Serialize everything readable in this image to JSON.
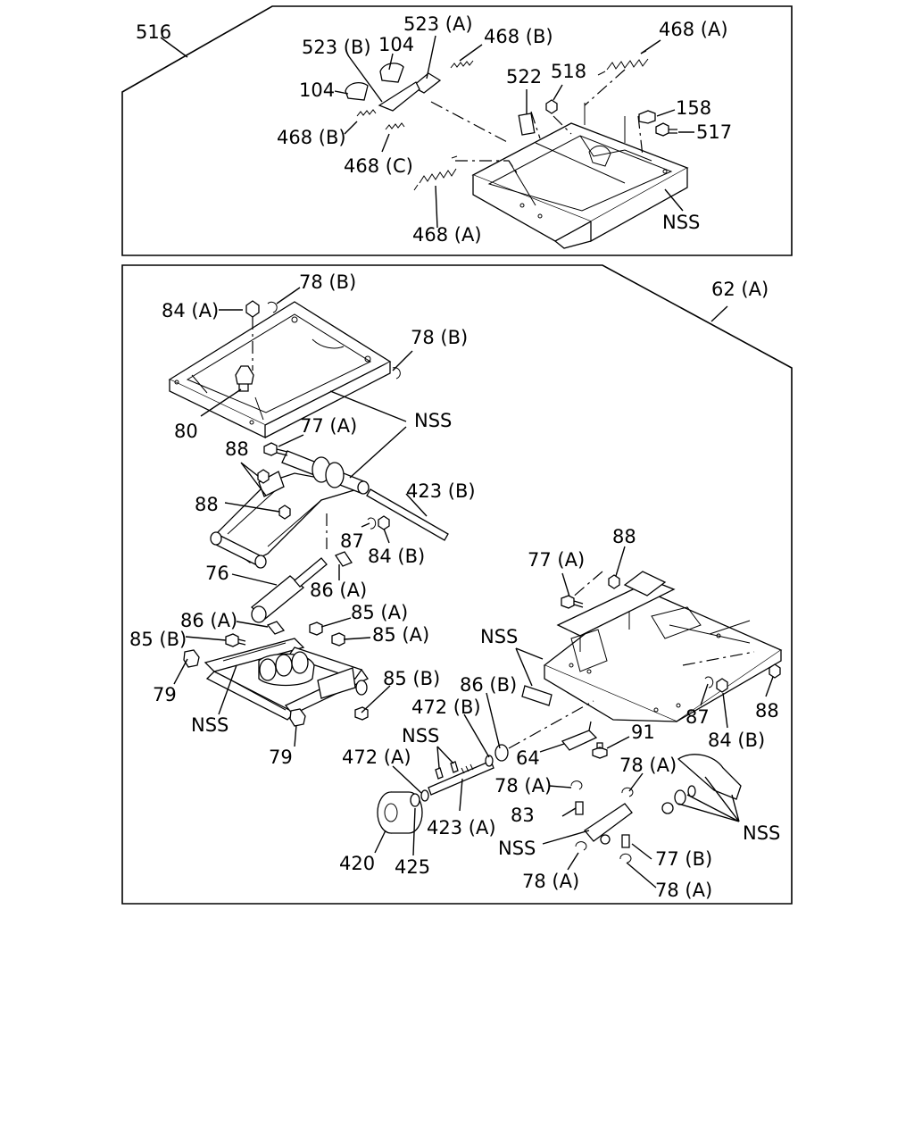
{
  "assemblies": {
    "upper": "516",
    "lower": "62 (A)"
  },
  "callouts": {
    "c523a": "523 (A)",
    "c468b_top": "468 (B)",
    "c468a_top": "468 (A)",
    "c523b": "523 (B)",
    "c104_top": "104",
    "c104_left": "104",
    "c522": "522",
    "c518": "518",
    "c158": "158",
    "c517": "517",
    "c468b_left": "468 (B)",
    "c468c": "468 (C)",
    "c468a_bottom": "468 (A)",
    "cnss_upper": "NSS",
    "c78b_top": "78 (B)",
    "c84a": "84 (A)",
    "c78b_right": "78 (B)",
    "c80": "80",
    "cnss_frame": "NSS",
    "c77a_left": "77 (A)",
    "c88_a": "88",
    "c88_b": "88",
    "c423b": "423 (B)",
    "c87_left": "87",
    "c84b_left": "84 (B)",
    "c76": "76",
    "c86a_upper": "86 (A)",
    "c86a_lower": "86 (A)",
    "c85a_upper": "85 (A)",
    "c85b_left": "85 (B)",
    "c85a_lower": "85 (A)",
    "c79_left": "79",
    "cnss_scissor": "NSS",
    "c79_bottom": "79",
    "c85b_right": "85 (B)",
    "c88_right_top": "88",
    "c77a_right": "77 (A)",
    "cnss_base": "NSS",
    "c86b": "86 (B)",
    "c472b": "472 (B)",
    "c87_right": "87",
    "c88_right": "88",
    "c84b_right": "84 (B)",
    "c91": "91",
    "cnss_shaft": "NSS",
    "c64": "64",
    "c472a": "472 (A)",
    "c78a_a": "78 (A)",
    "c78a_b": "78 (A)",
    "c423a": "423 (A)",
    "c83": "83",
    "cnss_bottom": "NSS",
    "cnss_lever": "NSS",
    "c77b": "77 (B)",
    "c420": "420",
    "c425": "425",
    "c78a_c": "78 (A)",
    "c78a_d": "78 (A)"
  }
}
